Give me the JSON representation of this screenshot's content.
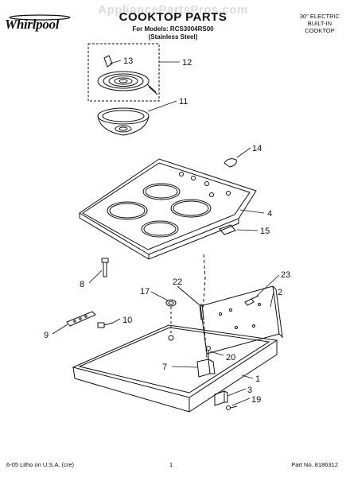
{
  "header": {
    "brand": "Whirlpool",
    "watermark": "AppliancePartsPros.com",
    "title": "COOKTOP PARTS",
    "models_line1": "For Models: RCS3004RS00",
    "models_line2": "(Stainless Steel)",
    "type_line1": "30\" ELECTRIC",
    "type_line2": "BUILT-IN",
    "type_line3": "COOKTOP"
  },
  "callouts": {
    "c1": "1",
    "c2": "2",
    "c3": "3",
    "c4": "4",
    "c7": "7",
    "c8": "8",
    "c9": "9",
    "c10": "10",
    "c11": "11",
    "c12": "12",
    "c13": "13",
    "c14": "14",
    "c15": "15",
    "c17": "17",
    "c19": "19",
    "c20": "20",
    "c22": "22",
    "c23": "23"
  },
  "footer": {
    "left": "6-05 Litho on U.S.A. (cre)",
    "page": "1",
    "part_no": "Part No. 8186312"
  },
  "colors": {
    "ink": "#111111",
    "watermark": "#dcdcdc",
    "background": "#ffffff"
  }
}
